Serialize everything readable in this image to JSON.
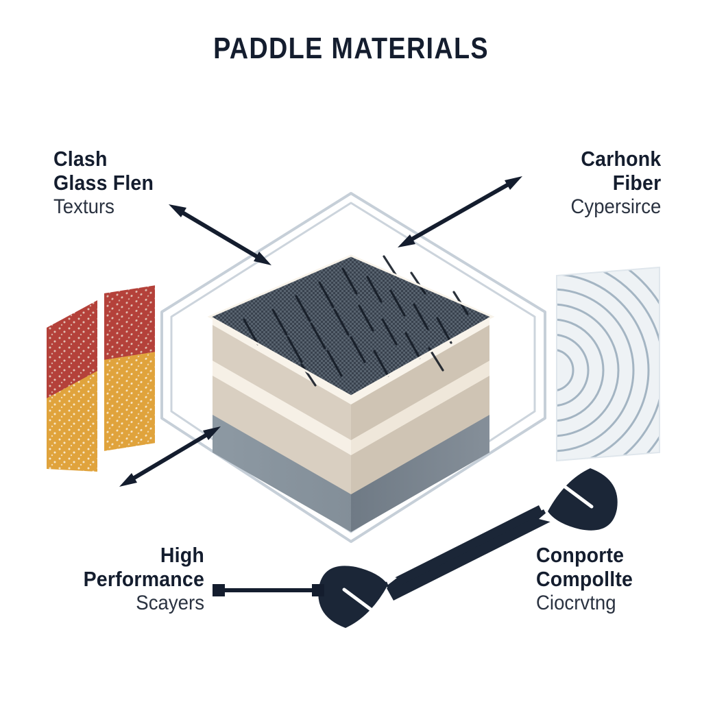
{
  "page": {
    "title": "PADDLE MATERIALS",
    "background_color": "#ffffff",
    "ink_color": "#141d2e"
  },
  "labels": {
    "top_left": {
      "line1": "Clash",
      "line2": "Glass Flen",
      "sub": "Texturs"
    },
    "top_right": {
      "line1": "Carhonk",
      "line2": "Fiber",
      "sub": "Cypersirce"
    },
    "bottom_left": {
      "line1": "High",
      "line2": "Performance",
      "sub": "Scayers"
    },
    "bottom_right": {
      "line1": "Conporte",
      "line2": "Compollte",
      "sub": "Ciocrvtng"
    }
  },
  "diagram": {
    "center_block": {
      "name": "isometric-layered-composite-block",
      "layers": [
        {
          "name": "carbon-weave-top",
          "color": "#434d5a"
        },
        {
          "name": "core-beige-upper",
          "color": "#d9cfc1"
        },
        {
          "name": "resin-cream-stripe",
          "color": "#f6f0e6"
        },
        {
          "name": "core-beige-lower",
          "color": "#d9cfc1"
        },
        {
          "name": "base-slate-gray",
          "color": "#8d99a3"
        }
      ]
    },
    "left_swatches": {
      "name": "fiberglass-color-swatches",
      "colors": [
        "#b4413a",
        "#b4413a",
        "#e0a33c",
        "#e0a33c"
      ]
    },
    "right_panel": {
      "name": "fiber-weave-sheet",
      "color": "#eef2f5",
      "line_color": "#8ba0b2"
    },
    "paddle": {
      "name": "double-blade-paddle",
      "color": "#1b2637"
    },
    "hex_outline_color": "#c3ccd6",
    "arrow_color": "#141d2e"
  }
}
